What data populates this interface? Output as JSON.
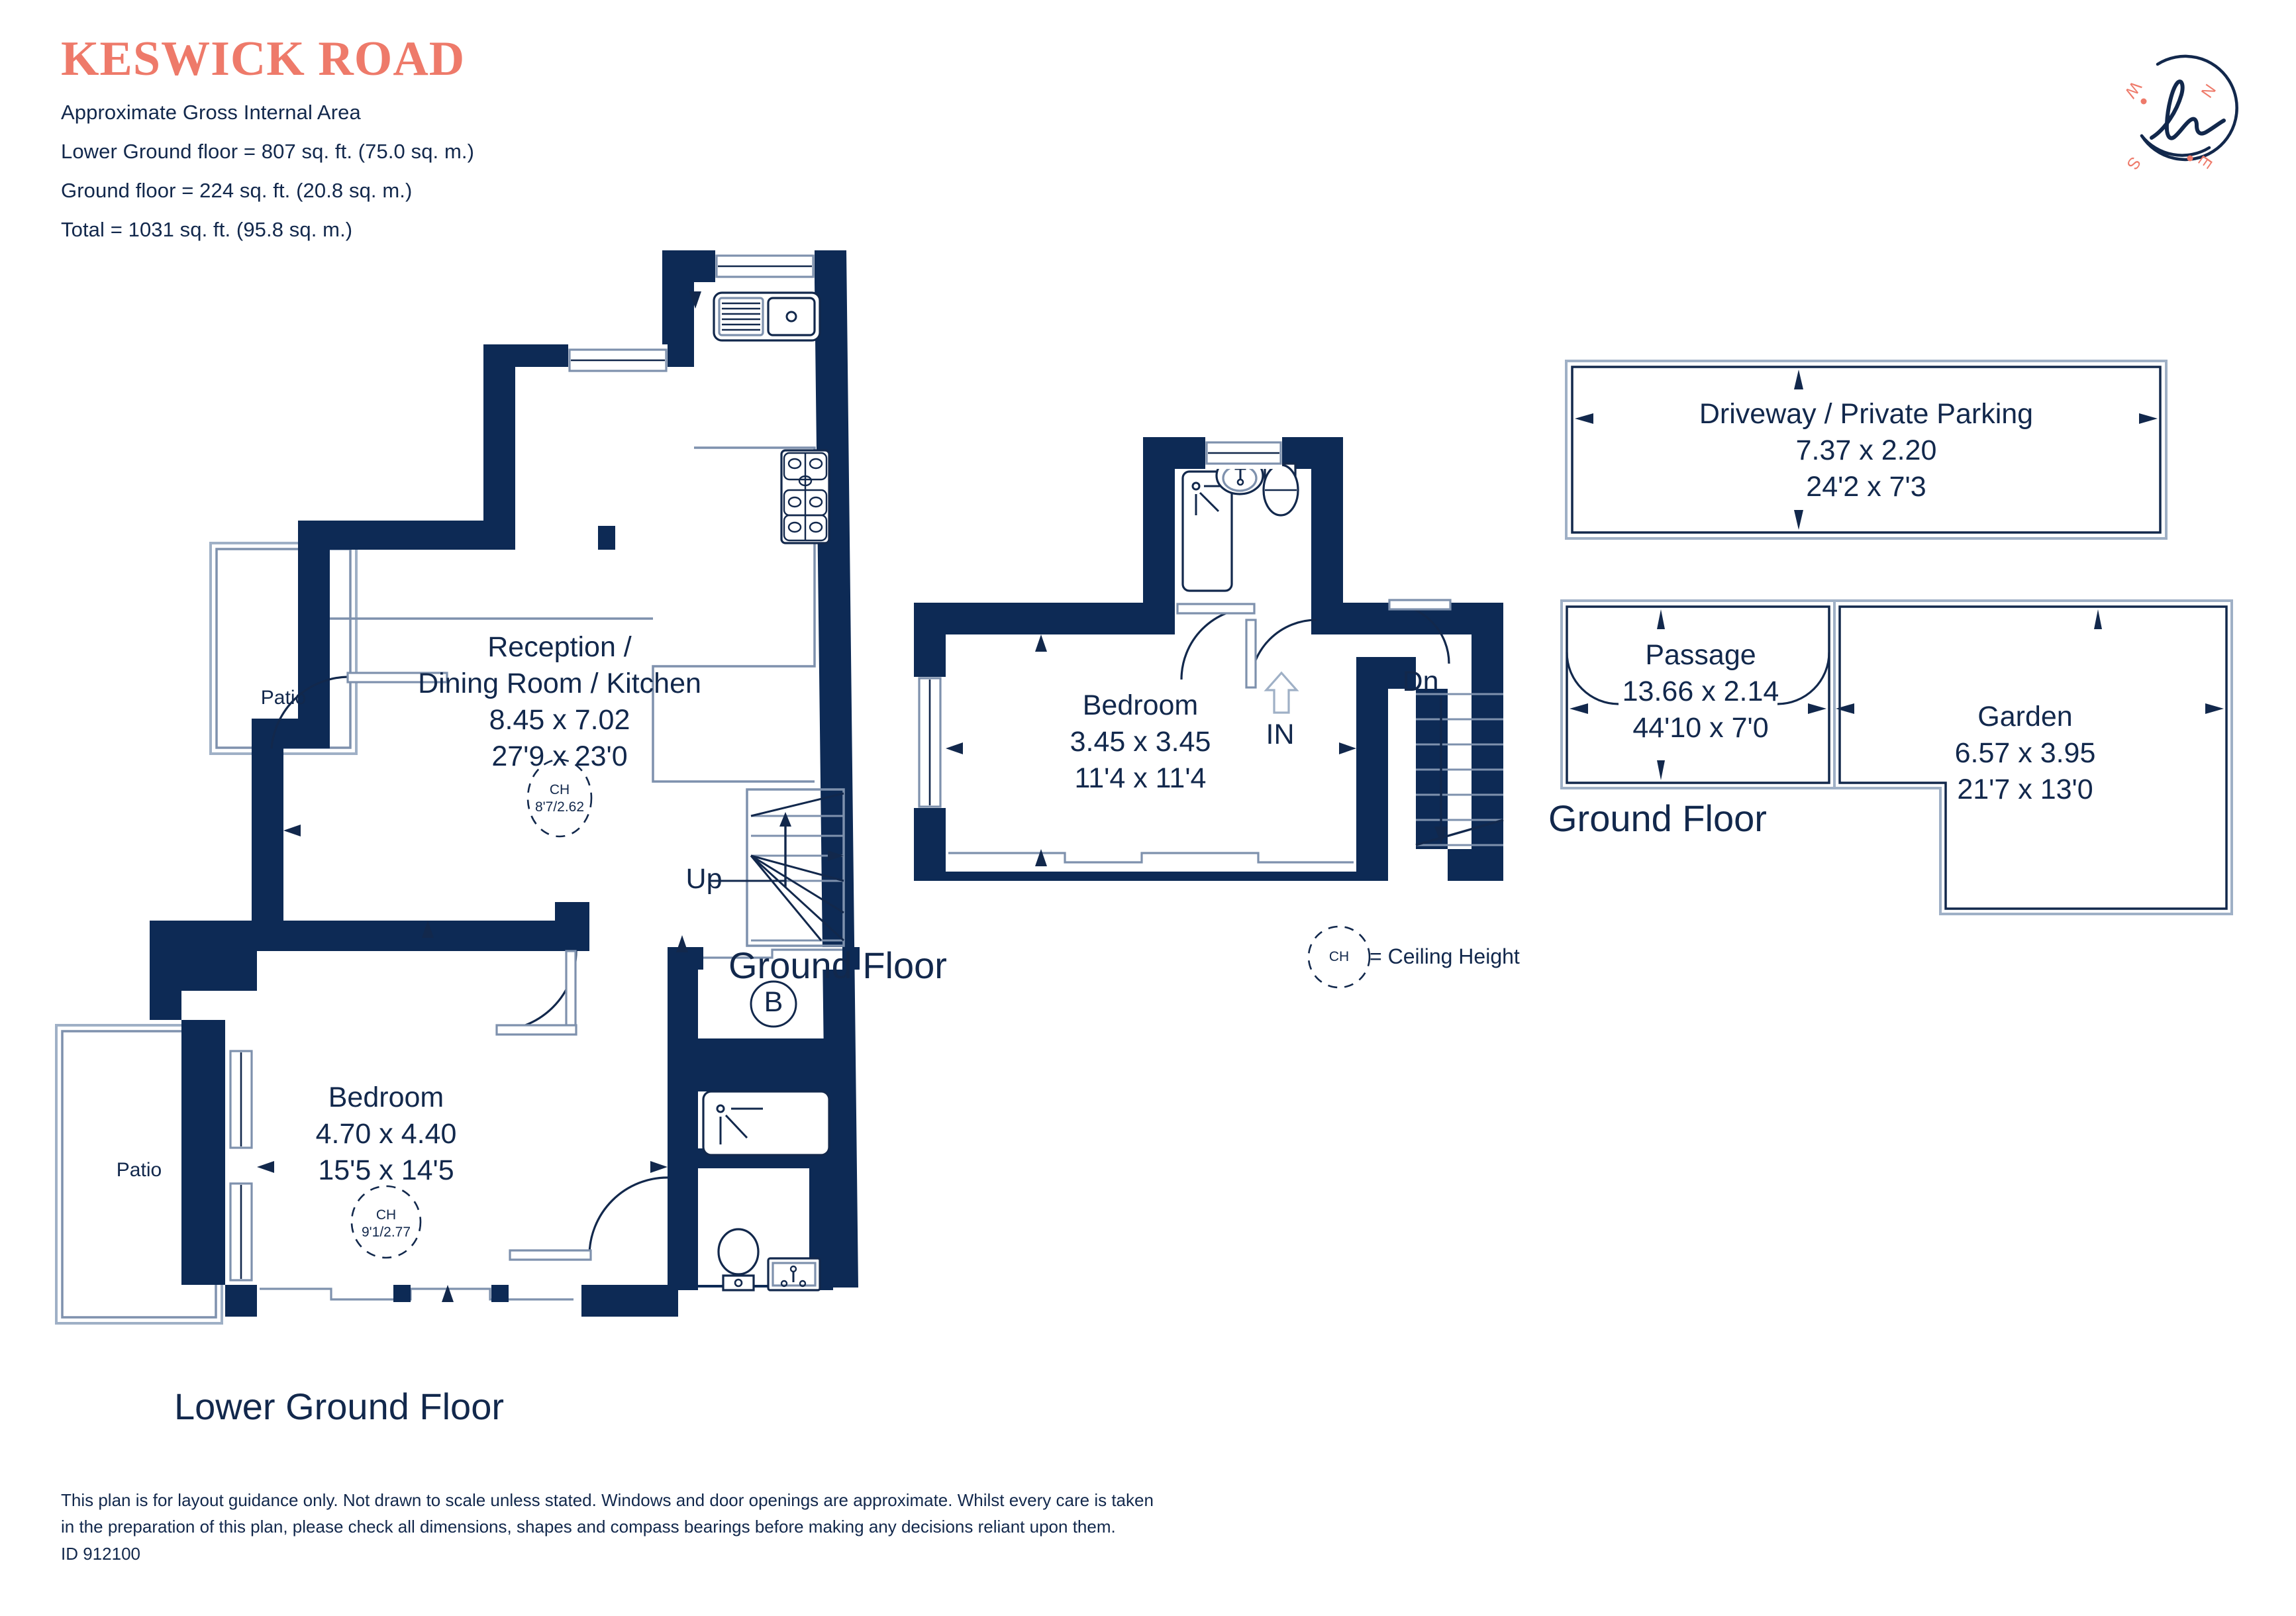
{
  "document": {
    "title": "KESWICK ROAD",
    "subtitle": "Approximate Gross Internal Area",
    "area_lines": [
      "Lower Ground floor = 807 sq. ft. (75.0 sq. m.)",
      "Ground floor = 224 sq. ft. (20.8 sq. m.)",
      "Total = 1031 sq. ft. (95.8 sq. m.)"
    ],
    "colors": {
      "accent": "#ee7a6a",
      "ink": "#12284c",
      "wall_fill": "#0d2a55",
      "thin_line": "#7e91ad",
      "background": "#ffffff"
    }
  },
  "compass": {
    "north": "N",
    "east": "E",
    "south": "S",
    "west": "W",
    "monogram": "h"
  },
  "legend": {
    "ch_abbrev": "CH",
    "ch_meaning": "= Ceiling Height"
  },
  "floors": [
    {
      "id": "lower-ground",
      "label": "Lower Ground Floor",
      "rooms": [
        {
          "name": "Reception /",
          "name2": "Dining Room / Kitchen",
          "metric": "8.45 x 7.02",
          "imperial": "27'9 x 23'0",
          "ceiling_height": "8'7/2.62"
        },
        {
          "name": "Bedroom",
          "metric": "4.70 x 4.40",
          "imperial": "15'5 x 14'5",
          "ceiling_height": "9'1/2.77"
        },
        {
          "name": "Patio"
        },
        {
          "name": "Patio"
        }
      ],
      "markers": [
        {
          "type": "stair",
          "label": "Up"
        },
        {
          "type": "boiler",
          "label": "B"
        }
      ]
    },
    {
      "id": "ground",
      "label": "Ground Floor",
      "rooms": [
        {
          "name": "Bedroom",
          "metric": "3.45 x 3.45",
          "imperial": "11'4 x 11'4"
        }
      ],
      "markers": [
        {
          "type": "entrance",
          "label": "IN"
        },
        {
          "type": "stair",
          "label": "Dn"
        }
      ]
    },
    {
      "id": "external",
      "label": "Ground Floor",
      "rooms": [
        {
          "name": "Driveway / Private Parking",
          "metric": "7.37 x 2.20",
          "imperial": "24'2 x 7'3"
        },
        {
          "name": "Passage",
          "metric": "13.66 x 2.14",
          "imperial": "44'10 x 7'0"
        },
        {
          "name": "Garden",
          "metric": "6.57 x 3.95",
          "imperial": "21'7 x 13'0"
        }
      ]
    }
  ],
  "disclaimer": {
    "line1": "This plan is for layout guidance only. Not drawn to scale unless stated. Windows and door openings are approximate. Whilst every care is taken",
    "line2": "in the preparation of this plan, please check all dimensions, shapes and compass bearings before making any decisions reliant upon them.",
    "line3": "ID 912100"
  }
}
